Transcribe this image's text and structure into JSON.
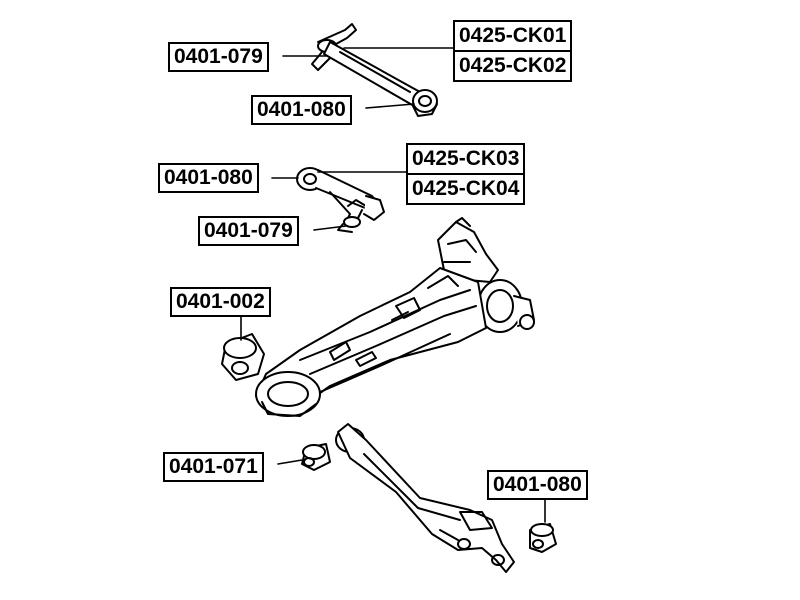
{
  "parts": {
    "upper_link": {
      "left_bushing": "0401-079",
      "right_bushing": "0401-080",
      "arm_numbers": [
        "0425-CK01",
        "0425-CK02"
      ]
    },
    "lower_link": {
      "left_bushing": "0401-080",
      "lower_bushing": "0401-079",
      "arm_numbers": [
        "0425-CK03",
        "0425-CK04"
      ]
    },
    "trailing_arm": {
      "bushing": "0401-002"
    },
    "lower_arm": {
      "left_bushing": "0401-071",
      "right_bushing": "0401-080"
    }
  },
  "colors": {
    "line": "#000000",
    "background": "#ffffff"
  }
}
